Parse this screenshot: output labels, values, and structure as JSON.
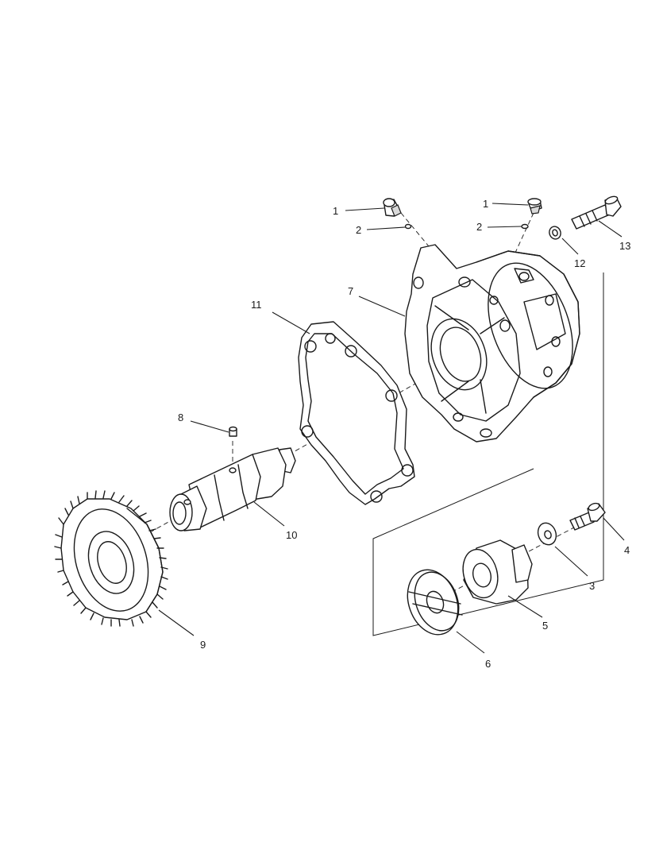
{
  "callouts": [
    {
      "id": "c1a",
      "label": "1"
    },
    {
      "id": "c1b",
      "label": "1"
    },
    {
      "id": "c2a",
      "label": "2"
    },
    {
      "id": "c2b",
      "label": "2"
    },
    {
      "id": "c3",
      "label": "3"
    },
    {
      "id": "c4",
      "label": "4"
    },
    {
      "id": "c5",
      "label": "5"
    },
    {
      "id": "c6",
      "label": "6"
    },
    {
      "id": "c7",
      "label": "7"
    },
    {
      "id": "c8",
      "label": "8"
    },
    {
      "id": "c9",
      "label": "9"
    },
    {
      "id": "c10",
      "label": "10"
    },
    {
      "id": "c11",
      "label": "11"
    },
    {
      "id": "c12",
      "label": "12"
    },
    {
      "id": "c13",
      "label": "13"
    }
  ]
}
